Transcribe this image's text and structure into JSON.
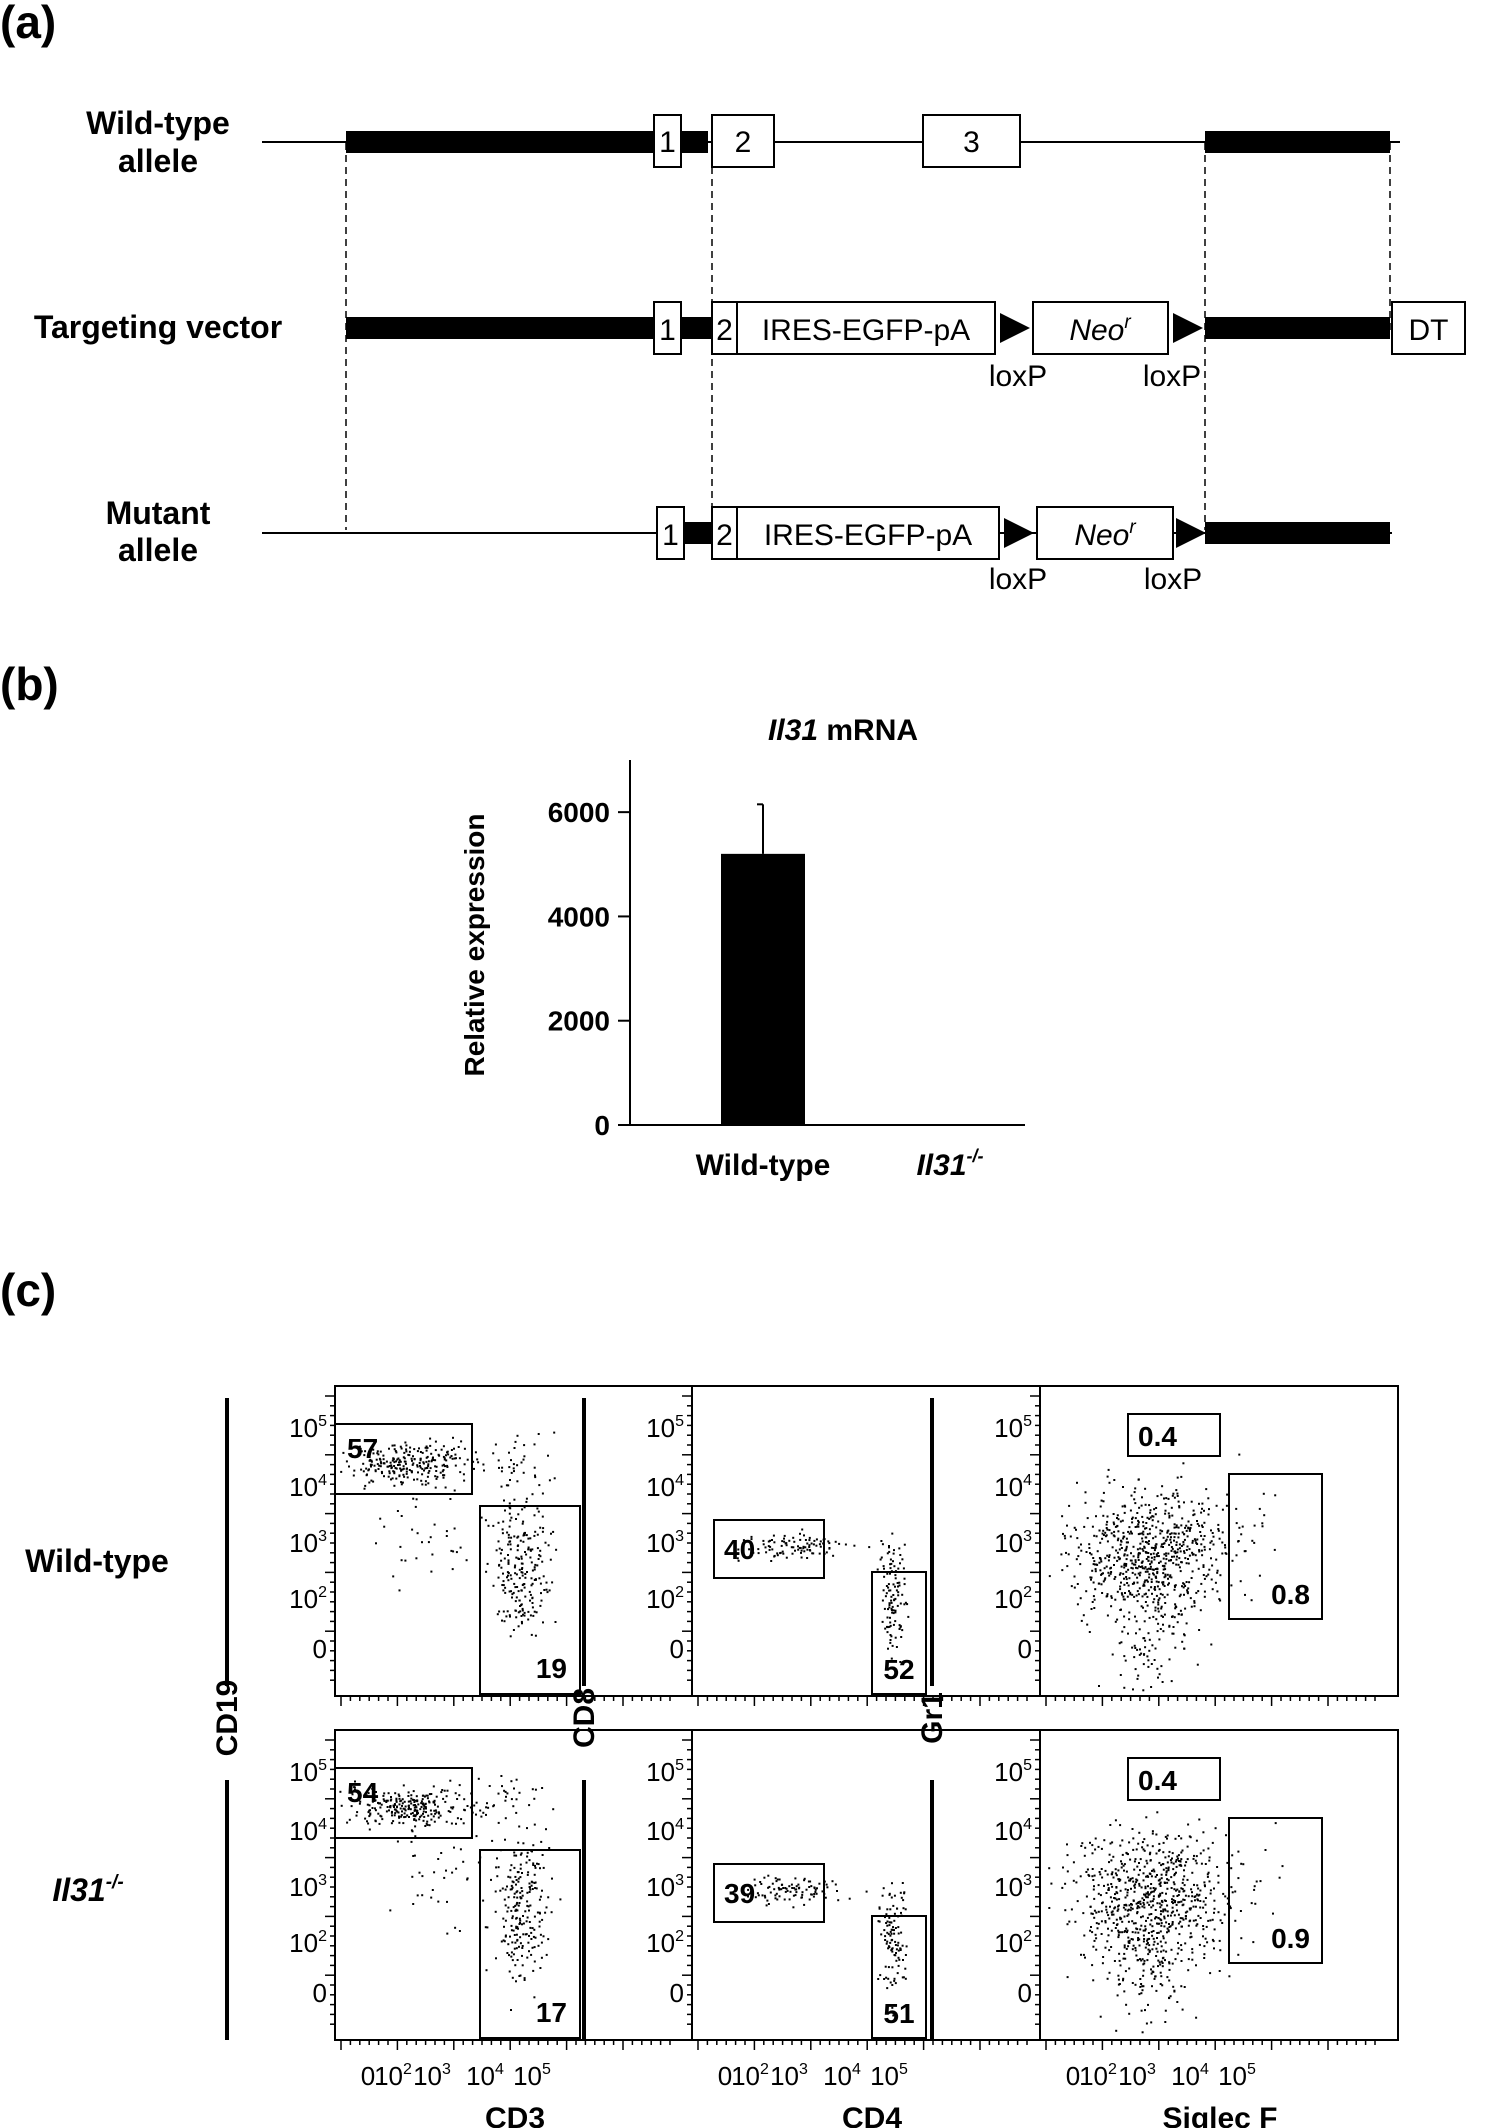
{
  "panel_labels": {
    "a": "(a)",
    "b": "(b)",
    "c": "(c)"
  },
  "schematic": {
    "rows": [
      {
        "label_lines": [
          "Wild-type",
          "allele"
        ]
      },
      {
        "label_lines": [
          "Targeting vector"
        ]
      },
      {
        "label_lines": [
          "Mutant",
          "allele"
        ]
      }
    ],
    "exon1": "1",
    "exon2": "2",
    "exon3": "3",
    "cassette": "IRES-EGFP-pA",
    "neo": {
      "base": "Neo",
      "sup": "r"
    },
    "dt": "DT",
    "loxp": "loxP"
  },
  "chart_data": [
    {
      "type": "bar",
      "title": {
        "gene": "Il31",
        "rest": " mRNA"
      },
      "ylabel": "Relative expression",
      "xlabel": "",
      "categories": [
        "Wild-type",
        "Il31-/-"
      ],
      "category_labels": [
        {
          "base": "Wild-type",
          "sup": ""
        },
        {
          "base": "Il31",
          "sup": "-/-"
        }
      ],
      "values": [
        5200,
        0
      ],
      "error": [
        950,
        0
      ],
      "ylim": [
        0,
        7000
      ],
      "yticks": [
        "0",
        "2000",
        "4000",
        "6000"
      ],
      "bar_color": "#000000"
    }
  ],
  "flow": {
    "row_labels": [
      {
        "base": "Wild-type",
        "sup": ""
      },
      {
        "base": "Il31",
        "sup": "-/-"
      }
    ],
    "tick_labels": [
      "0",
      "10",
      "10",
      "10",
      "10"
    ],
    "tick_sups": [
      "",
      "2",
      "3",
      "4",
      "5"
    ],
    "columns": [
      {
        "x_label": "CD3",
        "y_label": "CD19",
        "wt": {
          "gate_a": "57",
          "gate_b": "19"
        },
        "ko": {
          "gate_a": "54",
          "gate_b": "17"
        }
      },
      {
        "x_label": "CD4",
        "y_label": "CD8",
        "wt": {
          "gate_a": "40",
          "gate_b": "52"
        },
        "ko": {
          "gate_a": "39",
          "gate_b": "51"
        }
      },
      {
        "x_label": "Siglec F",
        "y_label": "Gr1",
        "wt": {
          "gate_a": "0.4",
          "gate_b": "0.8"
        },
        "ko": {
          "gate_a": "0.4",
          "gate_b": "0.9"
        }
      }
    ]
  }
}
